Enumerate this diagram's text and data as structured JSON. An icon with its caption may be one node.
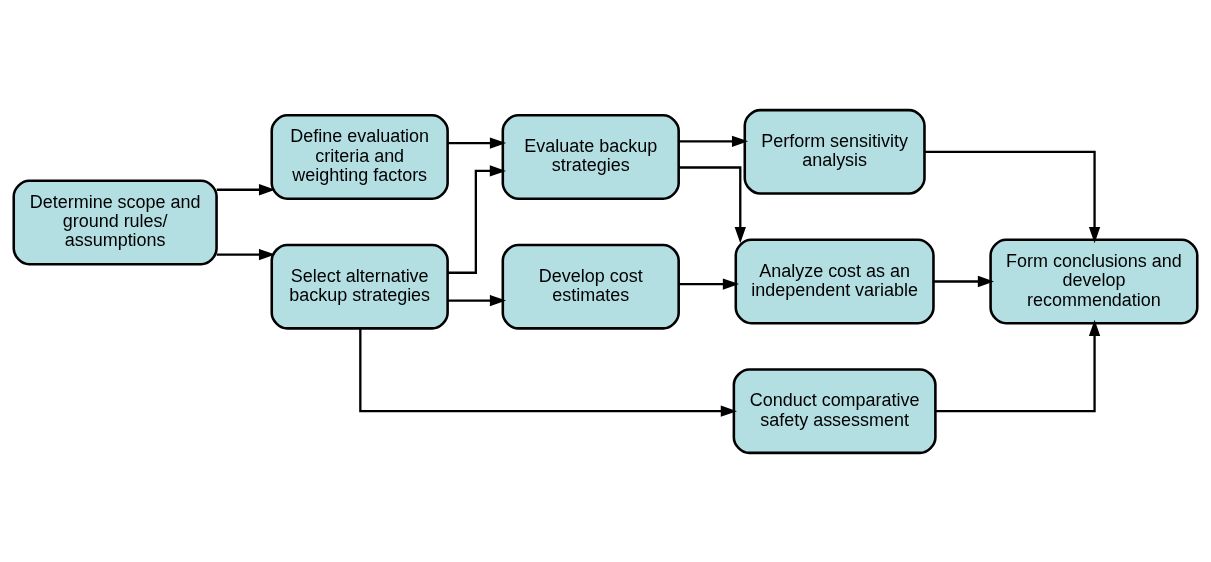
{
  "diagram": {
    "nodes": [
      {
        "text": [
          "Determine scope and ground rules/ assumptions"
        ]
      },
      {
        "text": [
          "Define evaluation criteria and weighting factors"
        ]
      },
      {
        "text": [
          "Select alternative backup strategies"
        ]
      },
      {
        "text": [
          "Evaluate backup strategies"
        ]
      },
      {
        "text": [
          "Perform sensitivity analysis"
        ]
      },
      {
        "text": [
          "Develop cost estimates"
        ]
      },
      {
        "text": [
          "Analyze cost as an independent variable"
        ]
      },
      {
        "text": [
          "Conduct comparative safety assessment"
        ]
      },
      {
        "text": [
          "Form conclusions and develop recommendation"
        ]
      }
    ],
    "edges": [
      {
        "from": 0,
        "to": 1,
        "arrow": "to"
      },
      {
        "from": 0,
        "to": 2,
        "arrow": "to"
      },
      {
        "from": 1,
        "to": 3,
        "arrow": "to"
      },
      {
        "from": 2,
        "to": 3,
        "arrow": "to"
      },
      {
        "from": 2,
        "to": 5,
        "arrow": "to"
      },
      {
        "from": 2,
        "to": 7,
        "arrow": "to"
      },
      {
        "from": 3,
        "to": 4,
        "arrow": "to"
      },
      {
        "from": 3,
        "to": 6,
        "arrow": "to"
      },
      {
        "from": 5,
        "to": 6,
        "arrow": "to"
      },
      {
        "from": 4,
        "to": 8,
        "arrow": "to"
      },
      {
        "from": 6,
        "to": 8,
        "arrow": "to"
      },
      {
        "from": 7,
        "to": 8,
        "arrow": "to"
      }
    ]
  }
}
